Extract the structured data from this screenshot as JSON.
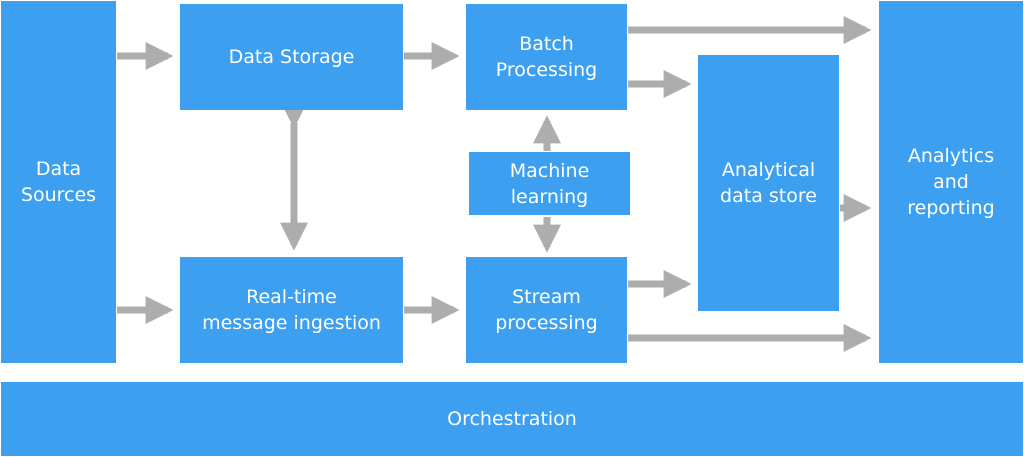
{
  "diagram": {
    "colors": {
      "box": "#3c9ff0",
      "text": "#ffffff",
      "arrow": "#adadad"
    },
    "nodes": {
      "data_sources": "Data\nSources",
      "data_storage": "Data Storage",
      "batch_processing": "Batch\nProcessing",
      "machine_learning": "Machine\nlearning",
      "realtime_ingestion": "Real-time\nmessage ingestion",
      "stream_processing": "Stream\nprocessing",
      "analytical_store": "Analytical\ndata store",
      "analytics_reporting": "Analytics\nand\nreporting",
      "orchestration": "Orchestration"
    },
    "edges": [
      {
        "from": "data_sources",
        "to": "data_storage"
      },
      {
        "from": "data_sources",
        "to": "realtime_ingestion"
      },
      {
        "from": "data_storage",
        "to": "batch_processing"
      },
      {
        "from": "data_storage",
        "to": "realtime_ingestion",
        "bidirectional": true
      },
      {
        "from": "realtime_ingestion",
        "to": "stream_processing"
      },
      {
        "from": "machine_learning",
        "to": "batch_processing"
      },
      {
        "from": "machine_learning",
        "to": "stream_processing"
      },
      {
        "from": "batch_processing",
        "to": "analytical_store"
      },
      {
        "from": "batch_processing",
        "to": "analytics_reporting"
      },
      {
        "from": "stream_processing",
        "to": "analytical_store"
      },
      {
        "from": "stream_processing",
        "to": "analytics_reporting"
      },
      {
        "from": "analytical_store",
        "to": "analytics_reporting"
      }
    ]
  }
}
